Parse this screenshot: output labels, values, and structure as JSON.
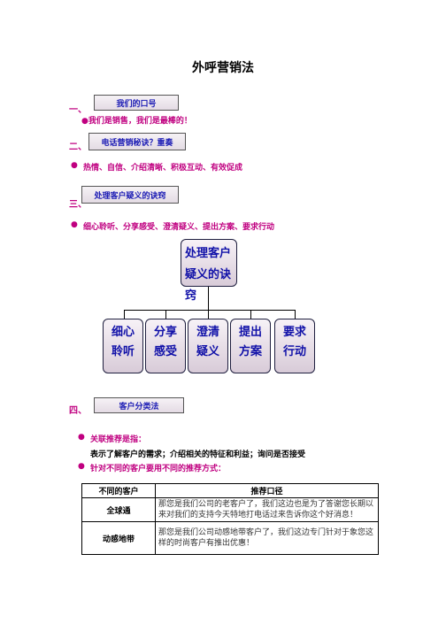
{
  "title": "外呼营销法",
  "sections": [
    {
      "num": "一、",
      "box": "我们的口号",
      "line": "●我们是销售，我们是最棒的！"
    },
    {
      "num": "二、",
      "box": "电话营销秘诀？重奏",
      "bullet": "●",
      "line": "热情、自信、介绍清晰、积极互动、有效促成"
    },
    {
      "num": "三、",
      "box": "处理客户疑义的诀窍",
      "bullet": "●",
      "line": "细心聆听、分享感受、澄清疑义、提出方案、要求行动"
    },
    {
      "num": "四、",
      "box": "客户分类法"
    }
  ],
  "diagram": {
    "root": "处理客户疑义的诀窍",
    "children": [
      "细心聆听",
      "分享感受",
      "澄清疑义",
      "提出方案",
      "要求行动"
    ]
  },
  "section4": {
    "bullet1_mark": "●",
    "bullet1": "关联推荐是指：",
    "desc": "表示了解客户的需求；介绍相关的特征和利益；询问是否接受",
    "bullet2_mark": "●",
    "bullet2": "针对不同的客户要用不同的推荐方式："
  },
  "table": {
    "headers": [
      "不同的客户",
      "推荐口径"
    ],
    "rows": [
      {
        "customer": "全球通",
        "script": "那您是我们公司的老客户了，我们这边也是为了答谢您长期以来对我们的支持今天特地打电话过来告诉你这个好消息！"
      },
      {
        "customer": "动感地带",
        "script": "那您是我们公司动感地带客户了，我们这边专门针对于象您这样的时尚客户有推出优惠！"
      }
    ]
  }
}
